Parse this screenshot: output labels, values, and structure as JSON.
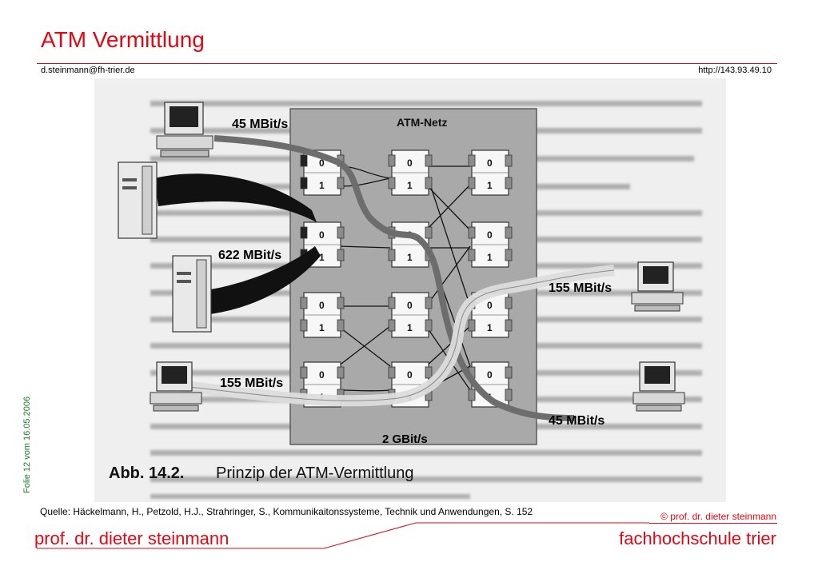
{
  "header": {
    "title": "ATM Vermittlung",
    "email": "d.steinmann@fh-trier.de",
    "url": "http://143.93.49.10"
  },
  "figure": {
    "network_label": "ATM-Netz",
    "rate_45_top": "45 MBit/s",
    "rate_622": "622 MBit/s",
    "rate_155_right": "155 MBit/s",
    "rate_155_left": "155 MBit/s",
    "rate_45_bottom": "45 MBit/s",
    "rate_2g": "2 GBit/s",
    "caption_number": "Abb. 14.2.",
    "caption_text": "Prinzip der ATM-Vermittlung",
    "port_0": "0",
    "port_1": "1"
  },
  "side_label": "Folie 12 vom 16.05.2006",
  "source": "Quelle: Häckelmann, H., Petzold, H.J., Strahringer, S., Kommunikaitonssysteme, Technik und Anwendungen, S. 152",
  "footer": {
    "copyright": "© prof. dr. dieter steinmann",
    "author": "prof. dr. dieter steinmann",
    "school": "fachhochschule trier"
  }
}
